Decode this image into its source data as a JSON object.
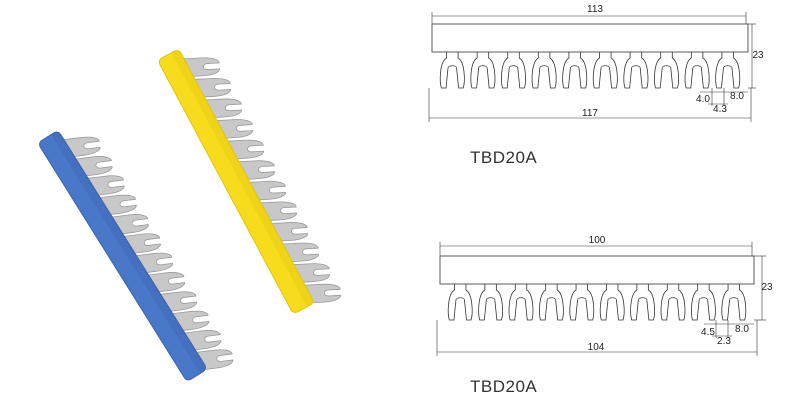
{
  "photo": {
    "strips": [
      {
        "color": "#4a78c9",
        "color_dark": "#3a62ad",
        "forks": 12
      },
      {
        "color": "#f6dc1c",
        "color_dark": "#e2c312",
        "forks": 12
      }
    ],
    "fork_color": "#c8c8c8",
    "fork_edge": "#9a9a9a"
  },
  "drawings": [
    {
      "model": "TBD20A",
      "forks": 10,
      "dims": {
        "top_length": "113",
        "bottom_length": "117",
        "height": "23",
        "fork_width": "4.0",
        "pitch": "8.0",
        "slot": "4.3"
      }
    },
    {
      "model": "TBD20A",
      "forks": 10,
      "dims": {
        "top_length": "100",
        "bottom_length": "104",
        "height": "23",
        "fork_width": "4.5",
        "pitch": "8.0",
        "slot": "2.3"
      }
    }
  ]
}
